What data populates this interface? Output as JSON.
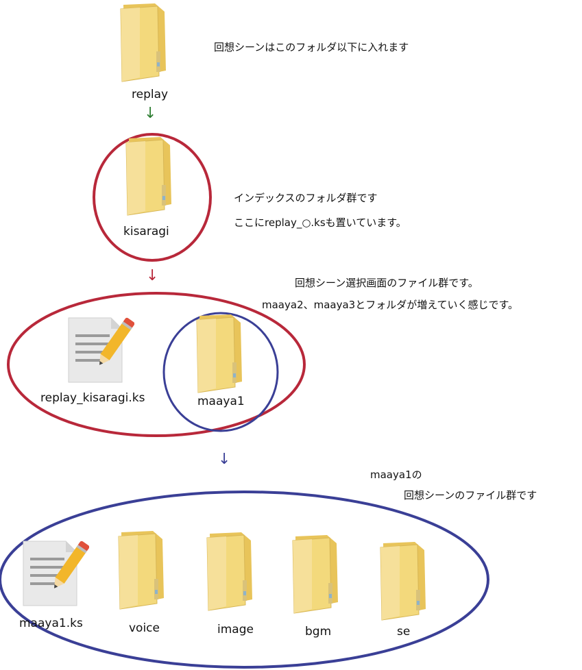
{
  "colors": {
    "red": "#b8283a",
    "blue": "#3a3f96",
    "arrow_green": "#2e7d32",
    "folder": "#f2d470"
  },
  "top": {
    "folder_label": "replay",
    "note": "回想シーンはこのフォルダ以下に入れます",
    "arrow": "↓"
  },
  "index": {
    "folder_label": "kisaragi",
    "note_line1": "インデックスのフォルダ群です",
    "note_line2": "ここにreplay_○.ksも置いています。",
    "arrow": "↓"
  },
  "selection": {
    "file_label": "replay_kisaragi.ks",
    "folder_label": "maaya1",
    "note_line1": "回想シーン選択画面のファイル群です。",
    "note_line2": "maaya2、maaya3とフォルダが増えていく感じです。",
    "arrow": "↓"
  },
  "scene": {
    "note_line1": "maaya1の",
    "note_line2": "回想シーンのファイル群です",
    "file_label": "maaya1.ks",
    "folders": [
      {
        "label": "voice"
      },
      {
        "label": "image"
      },
      {
        "label": "bgm"
      },
      {
        "label": "se"
      }
    ]
  }
}
